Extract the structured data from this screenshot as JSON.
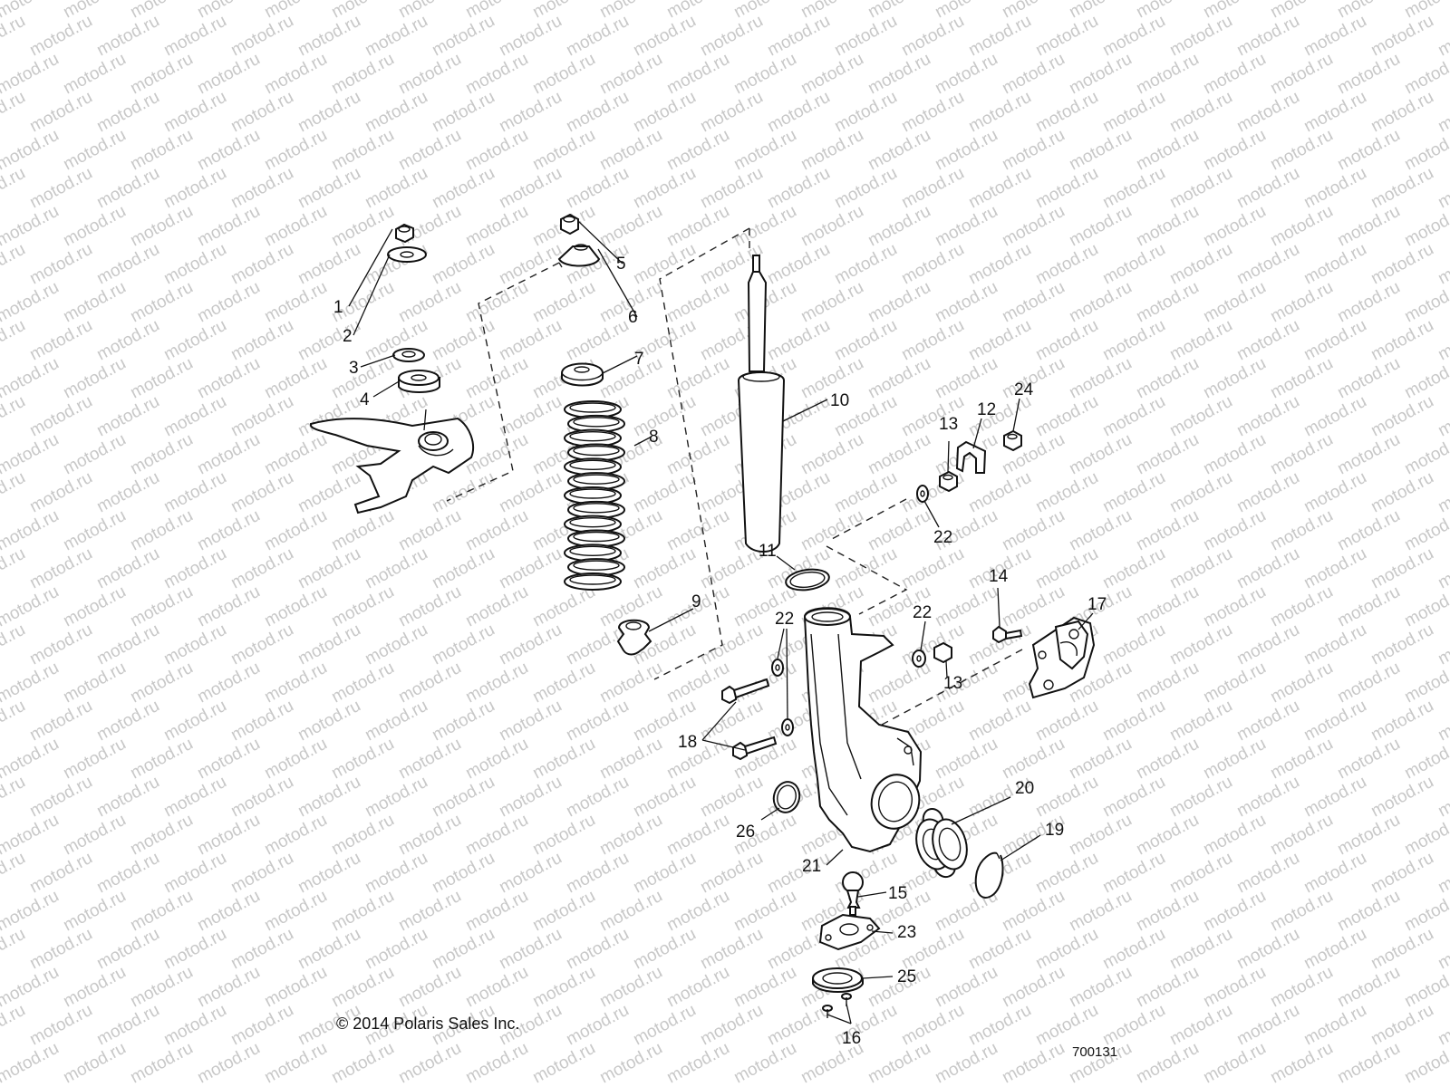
{
  "watermark": {
    "text": "motod.ru",
    "color": "#c8c8c8"
  },
  "diagram": {
    "labels": [
      {
        "id": "1",
        "text": "1"
      },
      {
        "id": "2",
        "text": "2"
      },
      {
        "id": "3",
        "text": "3"
      },
      {
        "id": "4",
        "text": "4"
      },
      {
        "id": "5",
        "text": "5"
      },
      {
        "id": "6",
        "text": "6"
      },
      {
        "id": "7",
        "text": "7"
      },
      {
        "id": "8",
        "text": "8"
      },
      {
        "id": "9",
        "text": "9"
      },
      {
        "id": "10",
        "text": "10"
      },
      {
        "id": "11",
        "text": "11"
      },
      {
        "id": "12",
        "text": "12"
      },
      {
        "id": "13a",
        "text": "13"
      },
      {
        "id": "13b",
        "text": "13"
      },
      {
        "id": "14",
        "text": "14"
      },
      {
        "id": "15",
        "text": "15"
      },
      {
        "id": "16",
        "text": "16"
      },
      {
        "id": "17",
        "text": "17"
      },
      {
        "id": "18",
        "text": "18"
      },
      {
        "id": "19",
        "text": "19"
      },
      {
        "id": "20",
        "text": "20"
      },
      {
        "id": "21",
        "text": "21"
      },
      {
        "id": "22a",
        "text": "22"
      },
      {
        "id": "22b",
        "text": "22"
      },
      {
        "id": "22c",
        "text": "22"
      },
      {
        "id": "23",
        "text": "23"
      },
      {
        "id": "24",
        "text": "24"
      },
      {
        "id": "25",
        "text": "25"
      },
      {
        "id": "26",
        "text": "26"
      }
    ]
  },
  "footer": {
    "copyright": "© 2014 Polaris Sales Inc.",
    "figure_number": "700131"
  }
}
